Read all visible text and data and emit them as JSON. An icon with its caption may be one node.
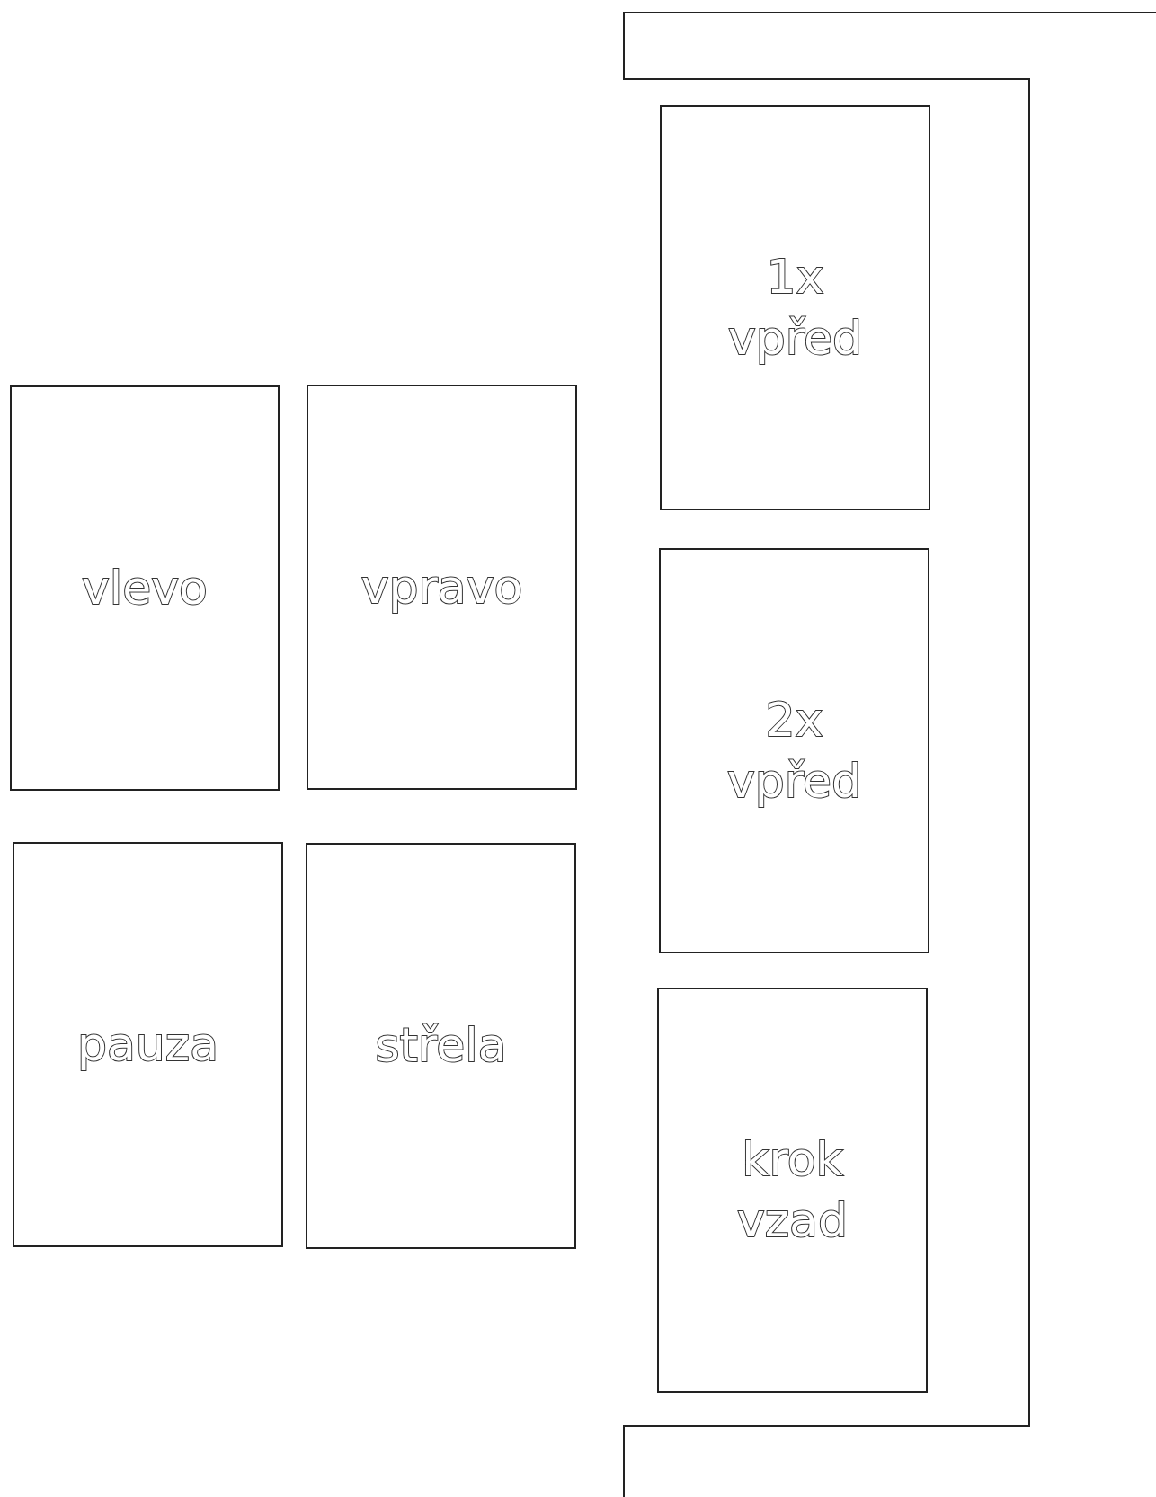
{
  "diagram": {
    "nodes": [
      {
        "text": [
          "vlevo"
        ]
      },
      {
        "text": [
          "vpravo"
        ]
      },
      {
        "text": [
          "pauza"
        ]
      },
      {
        "text": [
          "střela"
        ]
      },
      {
        "text": [
          "1x vpřed"
        ]
      },
      {
        "text": [
          "2x vpřed"
        ]
      },
      {
        "text": [
          "krok vzad"
        ]
      }
    ]
  }
}
